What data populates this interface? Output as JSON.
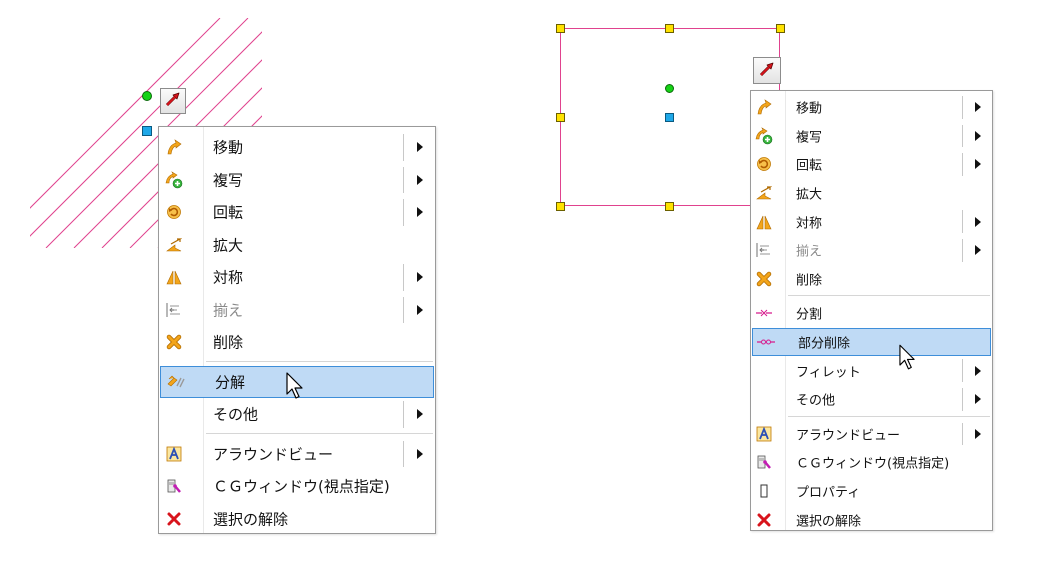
{
  "menu_left": {
    "items": [
      {
        "label": "移動",
        "icon": "move-icon",
        "submenu": true,
        "state": "normal"
      },
      {
        "label": "複写",
        "icon": "copy-icon",
        "submenu": true,
        "state": "normal"
      },
      {
        "label": "回転",
        "icon": "rotate-icon",
        "submenu": true,
        "state": "normal"
      },
      {
        "label": "拡大",
        "icon": "scale-icon",
        "submenu": false,
        "state": "normal"
      },
      {
        "label": "対称",
        "icon": "mirror-icon",
        "submenu": true,
        "state": "normal"
      },
      {
        "label": "揃え",
        "icon": "align-icon",
        "submenu": true,
        "state": "disabled"
      },
      {
        "label": "削除",
        "icon": "delete-icon",
        "submenu": false,
        "state": "normal"
      },
      {
        "label": "分解",
        "icon": "explode-icon",
        "submenu": false,
        "state": "highlighted"
      },
      {
        "label": "その他",
        "icon": "",
        "submenu": true,
        "state": "normal"
      },
      {
        "label": "アラウンドビュー",
        "icon": "around-view-icon",
        "submenu": true,
        "state": "normal"
      },
      {
        "label": "ＣＧウィンドウ(視点指定)",
        "icon": "cg-window-icon",
        "submenu": false,
        "state": "normal"
      },
      {
        "label": "選択の解除",
        "icon": "deselect-icon",
        "submenu": false,
        "state": "normal"
      }
    ]
  },
  "menu_right": {
    "items": [
      {
        "label": "移動",
        "icon": "move-icon",
        "submenu": true,
        "state": "normal"
      },
      {
        "label": "複写",
        "icon": "copy-icon",
        "submenu": true,
        "state": "normal"
      },
      {
        "label": "回転",
        "icon": "rotate-icon",
        "submenu": true,
        "state": "normal"
      },
      {
        "label": "拡大",
        "icon": "scale-icon",
        "submenu": false,
        "state": "normal"
      },
      {
        "label": "対称",
        "icon": "mirror-icon",
        "submenu": true,
        "state": "normal"
      },
      {
        "label": "揃え",
        "icon": "align-icon",
        "submenu": true,
        "state": "disabled"
      },
      {
        "label": "削除",
        "icon": "delete-icon",
        "submenu": false,
        "state": "normal"
      },
      {
        "label": "分割",
        "icon": "split-icon",
        "submenu": false,
        "state": "normal"
      },
      {
        "label": "部分削除",
        "icon": "partial-delete-icon",
        "submenu": false,
        "state": "highlighted"
      },
      {
        "label": "フィレット",
        "icon": "",
        "submenu": true,
        "state": "normal"
      },
      {
        "label": "その他",
        "icon": "",
        "submenu": true,
        "state": "normal"
      },
      {
        "label": "アラウンドビュー",
        "icon": "around-view-icon",
        "submenu": true,
        "state": "normal"
      },
      {
        "label": "ＣＧウィンドウ(視点指定)",
        "icon": "cg-window-icon",
        "submenu": false,
        "state": "normal"
      },
      {
        "label": "プロパティ",
        "icon": "properties-icon",
        "submenu": false,
        "state": "normal"
      },
      {
        "label": "選択の解除",
        "icon": "deselect-icon",
        "submenu": false,
        "state": "normal"
      }
    ]
  },
  "colors": {
    "hatch": "#e0428e",
    "selection_border": "#e0428e",
    "handle": "#ffe200",
    "center_dot": "#16d216",
    "base_square": "#1fa8e8",
    "highlight_bg": "#bfdaf5",
    "highlight_border": "#3e8ed9",
    "arrow_red": "#d8141c",
    "icon_orange": "#f3a51b"
  }
}
